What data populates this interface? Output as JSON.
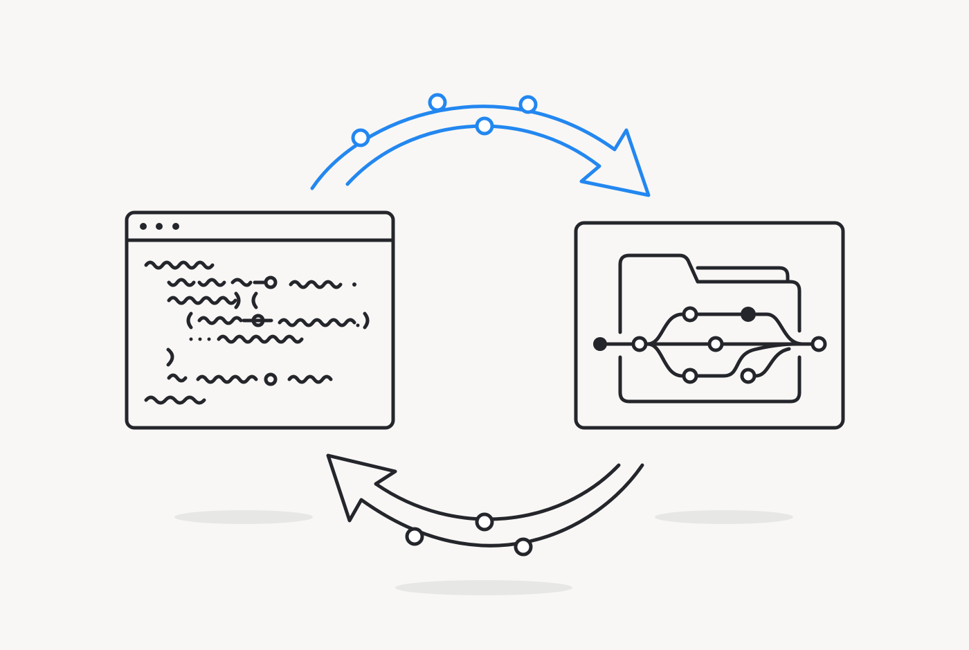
{
  "colors": {
    "background": "#f8f7f5",
    "ink": "#24262b",
    "accent": "#2387f0",
    "shadow": "#e7e7e6"
  },
  "nodes": [
    {
      "id": "code-editor",
      "icon": "code-window-icon"
    },
    {
      "id": "repository",
      "icon": "folder-git-branches-icon"
    }
  ],
  "edges": [
    {
      "from": "code-editor",
      "to": "repository",
      "style": "blue-arc-arrow-top"
    },
    {
      "from": "repository",
      "to": "code-editor",
      "style": "dark-arc-arrow-bottom"
    }
  ]
}
